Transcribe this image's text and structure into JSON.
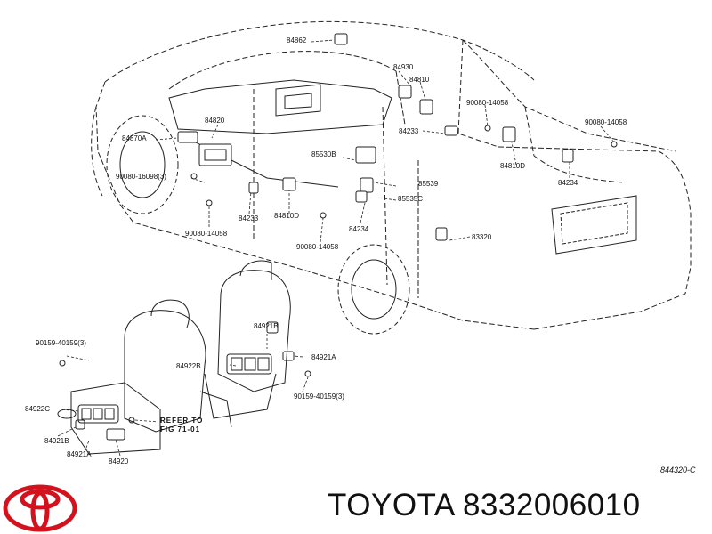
{
  "diagram": {
    "parts": [
      {
        "id": "p1",
        "text": "84862"
      },
      {
        "id": "p2",
        "text": "84930"
      },
      {
        "id": "p3",
        "text": "84810"
      },
      {
        "id": "p4",
        "text": "90080-14058"
      },
      {
        "id": "p5",
        "text": "90080-14058"
      },
      {
        "id": "p6",
        "text": "84820"
      },
      {
        "id": "p7",
        "text": "84870A"
      },
      {
        "id": "p8",
        "text": "84233"
      },
      {
        "id": "p9",
        "text": "85530B"
      },
      {
        "id": "p10",
        "text": "84810D"
      },
      {
        "id": "p11",
        "text": "84234"
      },
      {
        "id": "p12",
        "text": "90080-16098(3)"
      },
      {
        "id": "p13",
        "text": "85539"
      },
      {
        "id": "p14",
        "text": "85535C"
      },
      {
        "id": "p15",
        "text": "84233"
      },
      {
        "id": "p16",
        "text": "84810D"
      },
      {
        "id": "p17",
        "text": "84234"
      },
      {
        "id": "p18",
        "text": "90080-14058"
      },
      {
        "id": "p19",
        "text": "90080-14058"
      },
      {
        "id": "p20",
        "text": "83320"
      },
      {
        "id": "p21",
        "text": "84921B"
      },
      {
        "id": "p22",
        "text": "90159-40159(3)"
      },
      {
        "id": "p23",
        "text": "84922B"
      },
      {
        "id": "p24",
        "text": "84921A"
      },
      {
        "id": "p25",
        "text": "84922C"
      },
      {
        "id": "p26",
        "text": "90159-40159(3)"
      },
      {
        "id": "p27",
        "text": "84921B"
      },
      {
        "id": "p28",
        "text": "84921A"
      },
      {
        "id": "p29",
        "text": "84920"
      }
    ],
    "refer_line1": "REFER TO",
    "refer_line2": "FIG 71-01",
    "figure_code": "844320-C"
  },
  "footer": {
    "brand_text": "TOYOTA 8332006010"
  }
}
